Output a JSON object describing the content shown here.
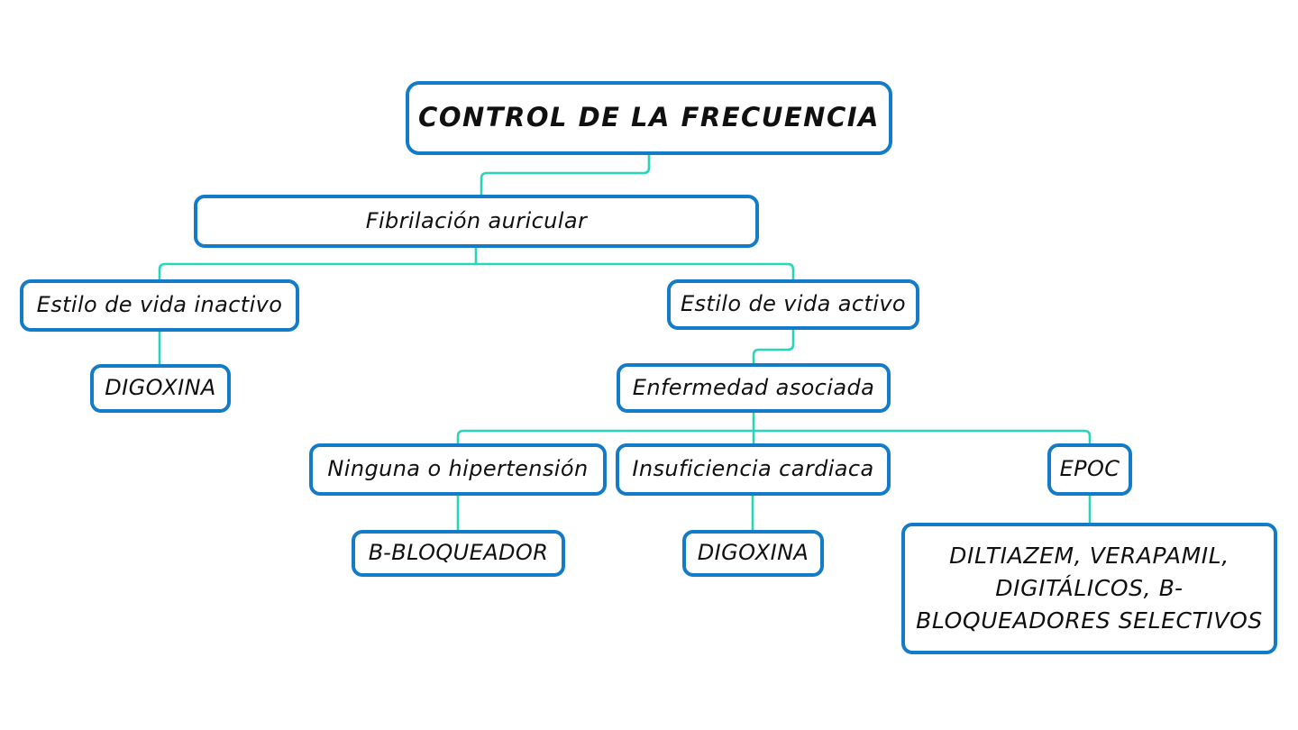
{
  "theme": {
    "background": "#ffffff",
    "box_border": "#147bc7",
    "connector": "#27d6ba",
    "text": "#101010"
  },
  "diagram_title": "CONTROL DE LA FRECUENCIA",
  "nodes": {
    "root": {
      "label": "CONTROL DE LA FRECUENCIA"
    },
    "fibrilacion": {
      "label": "Fibrilación auricular"
    },
    "estilo_inactivo": {
      "label": "Estilo de vida inactivo"
    },
    "digoxina_inactivo": {
      "label": "DIGOXINA"
    },
    "estilo_activo": {
      "label": "Estilo de vida activo"
    },
    "enfermedad_asociada": {
      "label": "Enfermedad asociada"
    },
    "ninguna_hipertension": {
      "label": "Ninguna o hipertensión"
    },
    "insuficiencia_cardiaca": {
      "label": "Insuficiencia cardiaca"
    },
    "epoc": {
      "label": "EPOC"
    },
    "b_bloqueador": {
      "label": "B-BLOQUEADOR"
    },
    "digoxina_insuficiencia": {
      "label": "DIGOXINA"
    },
    "epoc_farmacos": {
      "label": "DILTIAZEM, VERAPAMIL,\nDIGITÁLICOS, B-\nBLOQUEADORES SELECTIVOS"
    }
  }
}
